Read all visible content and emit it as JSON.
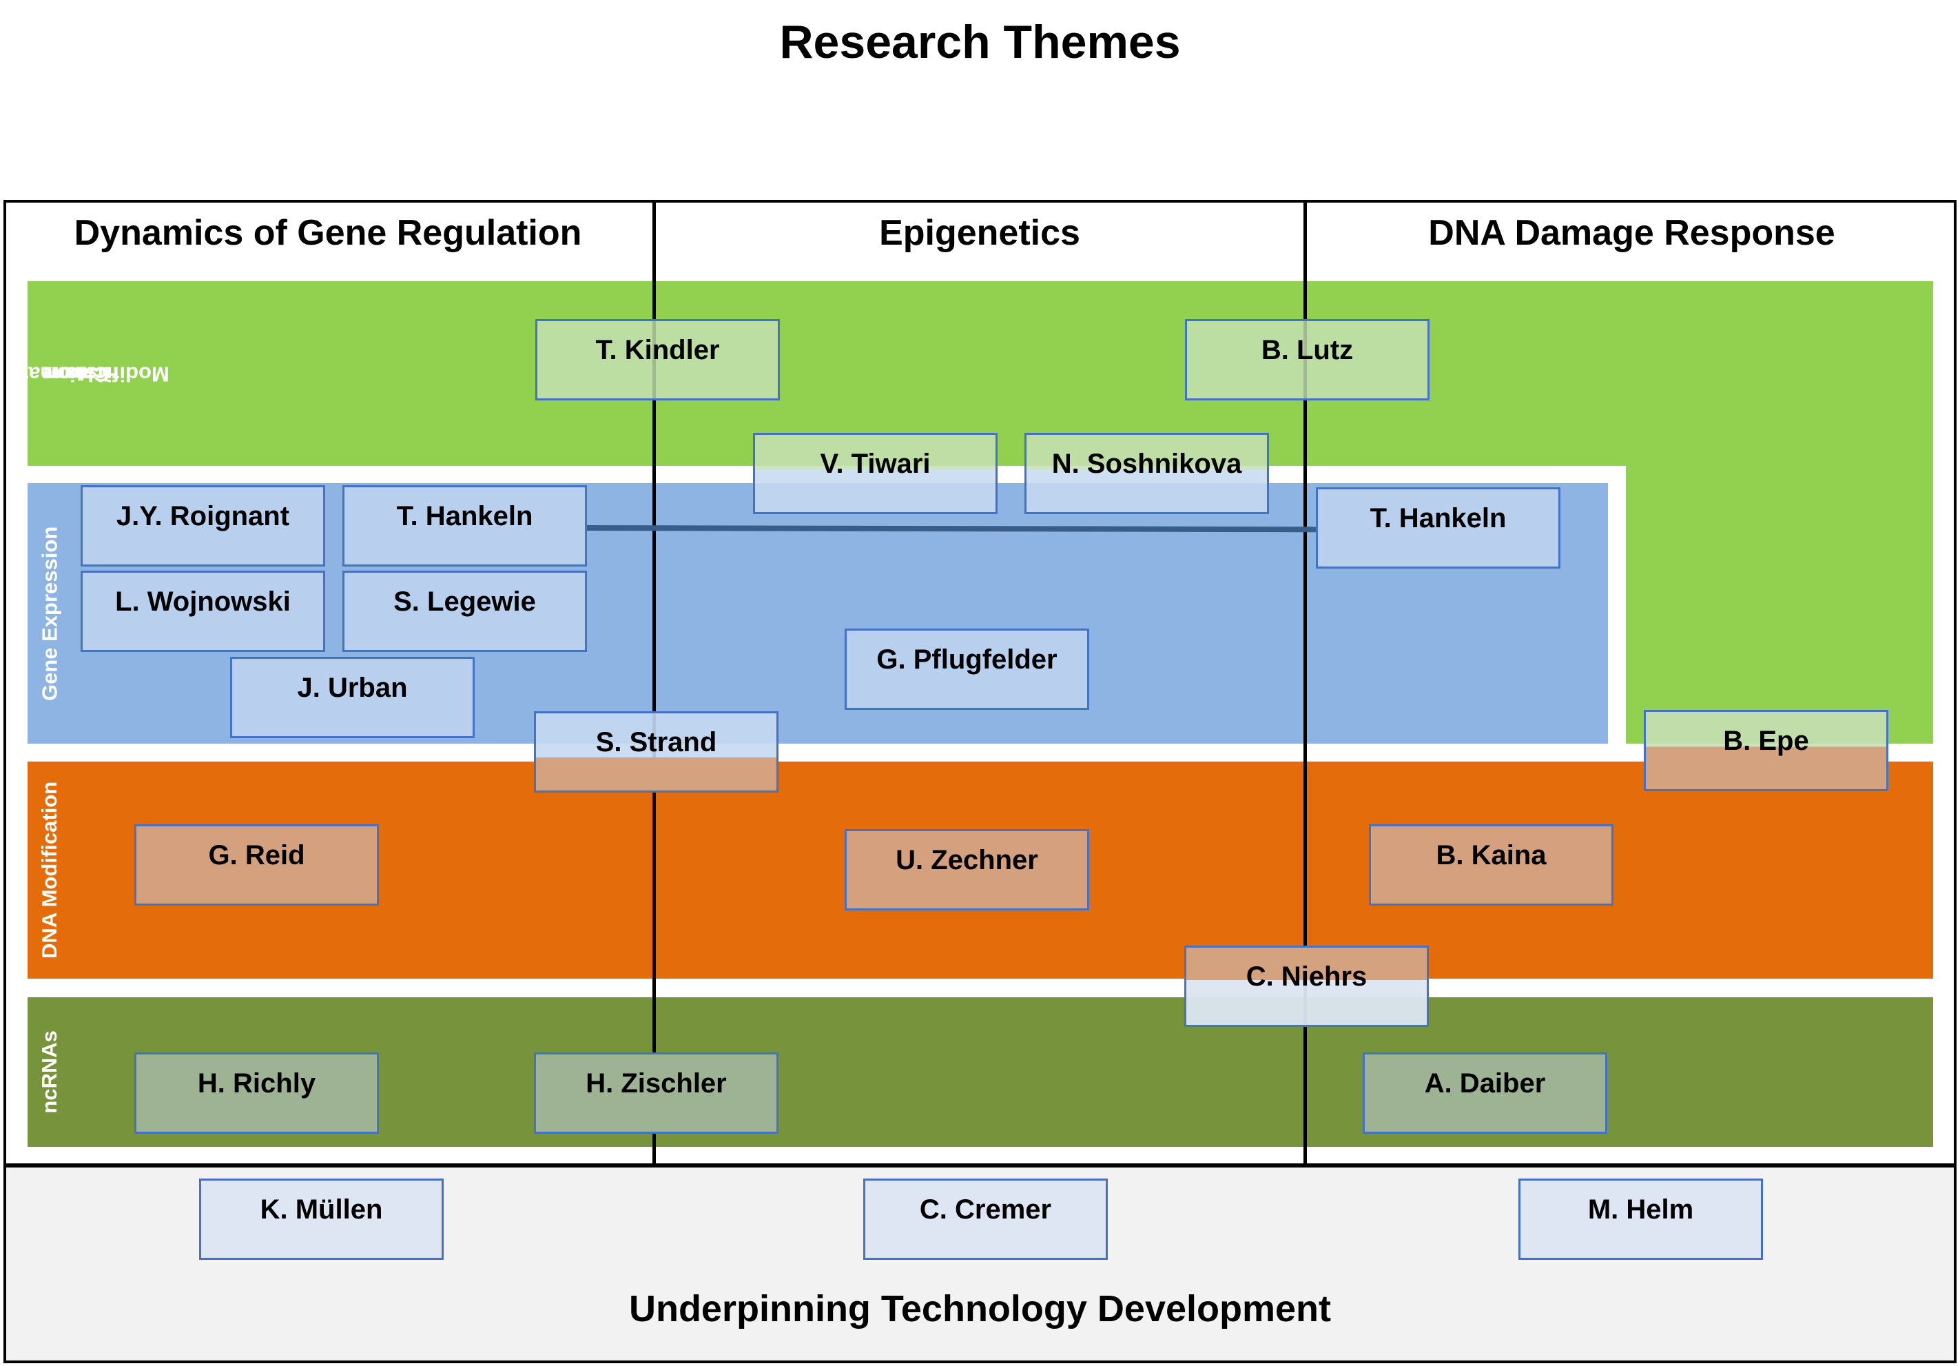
{
  "title": "Research Themes",
  "columns": [
    "Dynamics of Gene Regulation",
    "Epigenetics",
    "DNA Damage Response"
  ],
  "bands": [
    {
      "label": "Chromatin/ Histone Modification",
      "color": "#92d050"
    },
    {
      "label": "Gene Expression",
      "color": "#8eb4e3"
    },
    {
      "label": "DNA Modification",
      "color": "#e46c0a"
    },
    {
      "label": "ncRNAs",
      "color": "#77933c"
    }
  ],
  "band_label_lines": {
    "chromatin": [
      "Chromatin/",
      "Histone",
      "Modification"
    ]
  },
  "people": {
    "kindler": "T. Kindler",
    "lutz": "B. Lutz",
    "tiwari": "V. Tiwari",
    "soshnikova": "N. Soshnikova",
    "roignant": "J.Y. Roignant",
    "hankeln_left": "T. Hankeln",
    "hankeln_right": "T. Hankeln",
    "wojnowski": "L. Wojnowski",
    "legewie": "S. Legewie",
    "urban": "J. Urban",
    "pflugfelder": "G. Pflugfelder",
    "strand": "S. Strand",
    "epe": "B. Epe",
    "reid": "G. Reid",
    "zechner": "U. Zechner",
    "kaina": "B. Kaina",
    "niehrs": "C. Niehrs",
    "richly": "H. Richly",
    "zischler": "H. Zischler",
    "daiber": "A. Daiber",
    "muellen": "K. Müllen",
    "cremer": "C. Cremer",
    "helm": "M. Helm"
  },
  "footer": "Underpinning Technology Development",
  "colors": {
    "green": "#92d050",
    "blue": "#8eb4e3",
    "orange": "#e46c0a",
    "olive": "#77933c",
    "box_border": "#4472c4",
    "link": "#385d8a"
  }
}
